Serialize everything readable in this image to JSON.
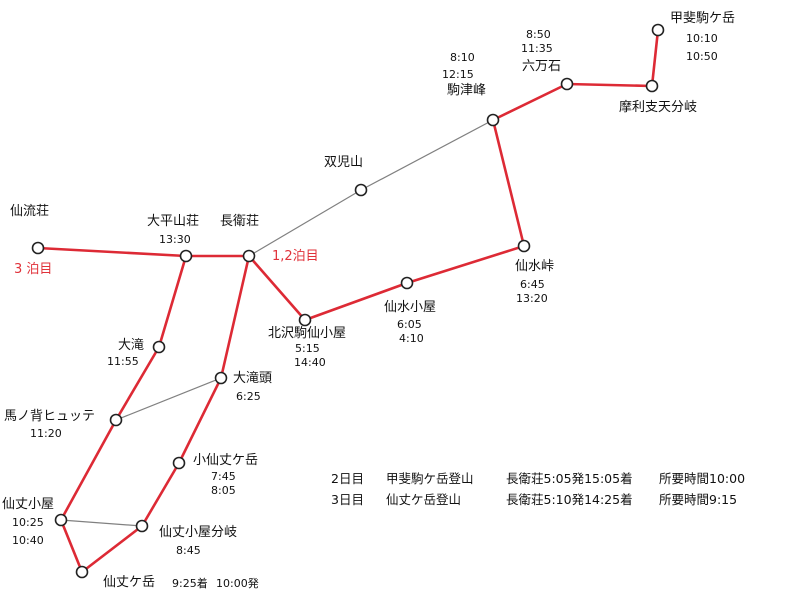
{
  "colors": {
    "route": "#dd2a35",
    "side_path": "#808080",
    "node_fill": "#ffffff",
    "node_stroke": "#222222",
    "stay_label": "#e0323a"
  },
  "nodes": {
    "kaikomagatake": {
      "name": "甲斐駒ケ岳",
      "times": [
        "10:10",
        "10:50"
      ]
    },
    "marishiten": {
      "name": "摩利支天分岐"
    },
    "roppyakuseki": {
      "name": "六万石",
      "times": [
        "8:50",
        "11:35"
      ]
    },
    "komatsuho": {
      "name": "駒津峰",
      "times": [
        "8:10",
        "12:15"
      ]
    },
    "futagoyama": {
      "name": "双児山"
    },
    "senryuso": {
      "name": "仙流荘"
    },
    "ohirasanso": {
      "name": "大平山荘",
      "times": [
        "13:30"
      ]
    },
    "chojeso": {
      "name": "長衛荘"
    },
    "sensuitoge": {
      "name": "仙水峠",
      "times": [
        "6:45",
        "13:20"
      ]
    },
    "sensuigoya": {
      "name": "仙水小屋",
      "times": [
        "6:05",
        "4:10"
      ]
    },
    "kitazawa": {
      "name": "北沢駒仙小屋",
      "times": [
        "5:15",
        "14:40"
      ]
    },
    "otaki": {
      "name": "大滝",
      "times": [
        "11:55"
      ]
    },
    "otakigashira": {
      "name": "大滝頭",
      "times": [
        "6:25"
      ]
    },
    "umanose": {
      "name": "馬ノ背ヒュッテ",
      "times": [
        "11:20"
      ]
    },
    "kosenjo": {
      "name": "小仙丈ケ岳",
      "times": [
        "7:45",
        "8:05"
      ]
    },
    "senjogoya": {
      "name": "仙丈小屋",
      "times": [
        "10:25",
        "10:40"
      ]
    },
    "senjobunki": {
      "name": "仙丈小屋分岐",
      "times": [
        "8:45"
      ]
    },
    "senjogatake": {
      "name": "仙丈ケ岳",
      "arrive": "9:25着",
      "depart": "10:00発"
    }
  },
  "stays": {
    "night12": "1,2泊目",
    "night3": "3 泊目"
  },
  "plan": [
    {
      "day": "2日目",
      "route": "甲斐駒ケ岳登山",
      "schedule": "長衛荘5:05発15:05着",
      "total": "所要時間10:00"
    },
    {
      "day": "3日目",
      "route": "仙丈ケ岳登山",
      "schedule": "長衛荘5:10発14:25着",
      "total": "所要時間9:15"
    }
  ]
}
